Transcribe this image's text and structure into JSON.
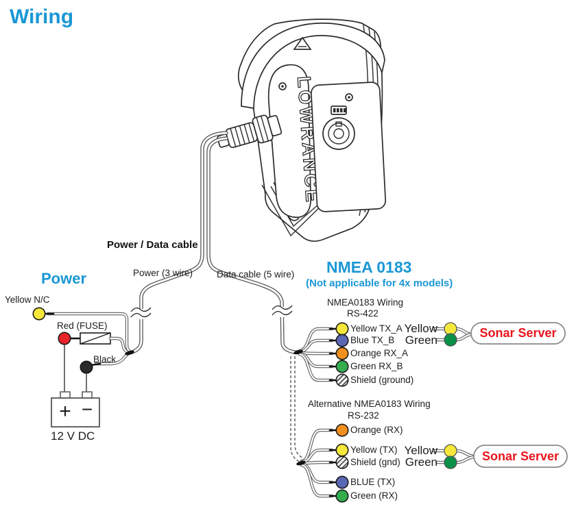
{
  "title": "Wiring",
  "device": {
    "brand": "LOWRANCE"
  },
  "cable": {
    "label": "Power / Data cable",
    "power_branch_label": "Power (3 wire)",
    "data_branch_label": "Data cable (5 wire)"
  },
  "power": {
    "heading": "Power",
    "yellow_label": "Yellow N/C",
    "red_label": "Red (FUSE)",
    "black_label": "Black",
    "battery_plus": "+",
    "battery_minus": "−",
    "battery_label": "12 V DC"
  },
  "nmea": {
    "heading": "NMEA 0183",
    "subheading": "(Not applicable for 4x models)",
    "rs422": {
      "title": "NMEA0183 Wiring",
      "subtitle": "RS-422",
      "wires": [
        {
          "color": "yellow",
          "label": "Yellow TX_A"
        },
        {
          "color": "blue",
          "label": "Blue TX_B"
        },
        {
          "color": "orange",
          "label": "Orange RX_A"
        },
        {
          "color": "green",
          "label": "Green RX_B"
        },
        {
          "color": "shield",
          "label": "Shield (ground)"
        }
      ],
      "server_yellow_label": "Yellow",
      "server_green_label": "Green",
      "server_label": "Sonar Server"
    },
    "rs232": {
      "title": "Alternative NMEA0183 Wiring",
      "subtitle": "RS-232",
      "wires": [
        {
          "color": "orange",
          "label": "Orange (RX)"
        },
        {
          "color": "yellow",
          "label": "Yellow (TX)"
        },
        {
          "color": "shield",
          "label": "Shield (gnd)"
        },
        {
          "color": "blue",
          "label": "BLUE (TX)"
        },
        {
          "color": "green",
          "label": "Green (RX)"
        }
      ],
      "server_yellow_label": "Yellow",
      "server_green_label": "Green",
      "server_label": "Sonar Server"
    }
  },
  "colors": {
    "heading_blue": "#1a97d5",
    "sonar_red": "#e8141b",
    "wire_yellow": "#f6e83b",
    "wire_red": "#e8232a",
    "wire_black": "#2b2b2b",
    "wire_blue": "#5a67b4",
    "wire_orange": "#f2901f",
    "wire_green": "#33ad4e",
    "server_green": "#0a9148"
  }
}
